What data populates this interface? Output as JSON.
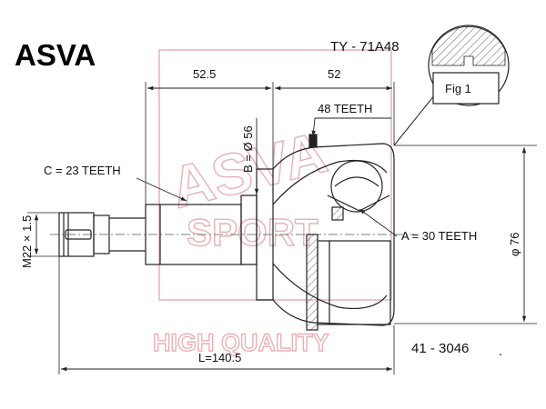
{
  "brand": "ASVA",
  "model": "TY - 71A48",
  "figure_label": "Fig 1",
  "part_number": "41 - 3046",
  "part_number_suffix": ".",
  "watermark": {
    "brand": "ASVA",
    "sport": "SPORT",
    "slogan": "HIGH QUALITY",
    "color": "#e9b1b6"
  },
  "dimensions": {
    "len_left": "52.5",
    "len_right": "52",
    "outer_teeth": "48 TEETH",
    "seal_diameter": "B = Ø 56",
    "shaft_teeth": "C = 23 TEETH",
    "thread": "M22 × 1.5",
    "inner_teeth": "A = 30 TEETH",
    "outer_diameter": "φ 76",
    "total_length": "L=140.5"
  }
}
